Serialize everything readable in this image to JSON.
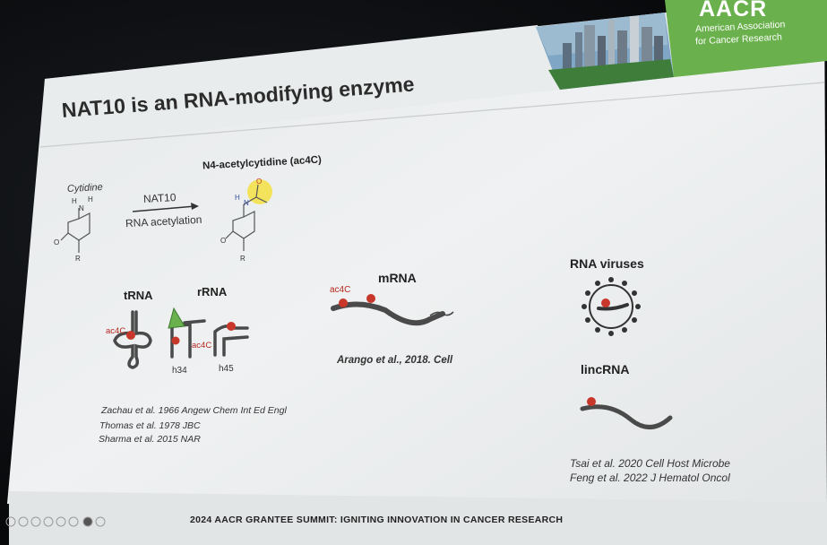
{
  "slide": {
    "title": "NAT10 is an RNA-modifying enzyme",
    "logo": {
      "wordmark": "AACR",
      "line1": "American Association",
      "line2": "for Cancer Research"
    },
    "reaction": {
      "substrate": "Cytidine",
      "enzyme": "NAT10",
      "process": "RNA acetylation",
      "product": "N4-acetylcytidine (ac4C)",
      "atoms": {
        "h": "H",
        "n": "N",
        "o": "O",
        "r": "R"
      }
    },
    "rna_types": {
      "trna": "tRNA",
      "rrna": "rRNA",
      "mrna": "mRNA",
      "rna_viruses": "RNA viruses",
      "lincrna": "lincRNA",
      "h34": "h34",
      "h45": "h45",
      "ac4c": "ac4C"
    },
    "references": {
      "zachau": "Zachau et al. 1966 Angew Chem Int Ed Engl",
      "thomas": "Thomas et al. 1978 JBC",
      "sharma": "Sharma et al. 2015 NAR",
      "arango": "Arango et al., 2018. Cell",
      "tsai": "Tsai et al. 2020 Cell Host Microbe",
      "feng": "Feng et al. 2022 J Hematol Oncol"
    },
    "footer": "2024 AACR GRANTEE SUMMIT: IGNITING INNOVATION IN CANCER RESEARCH"
  },
  "colors": {
    "slide_bg": "#eef0f1",
    "accent_green": "#6ab04c",
    "ac4c_red": "#c7372a",
    "highlight_yellow": "#f3e35c",
    "rna_strand": "#4a4a4a"
  }
}
